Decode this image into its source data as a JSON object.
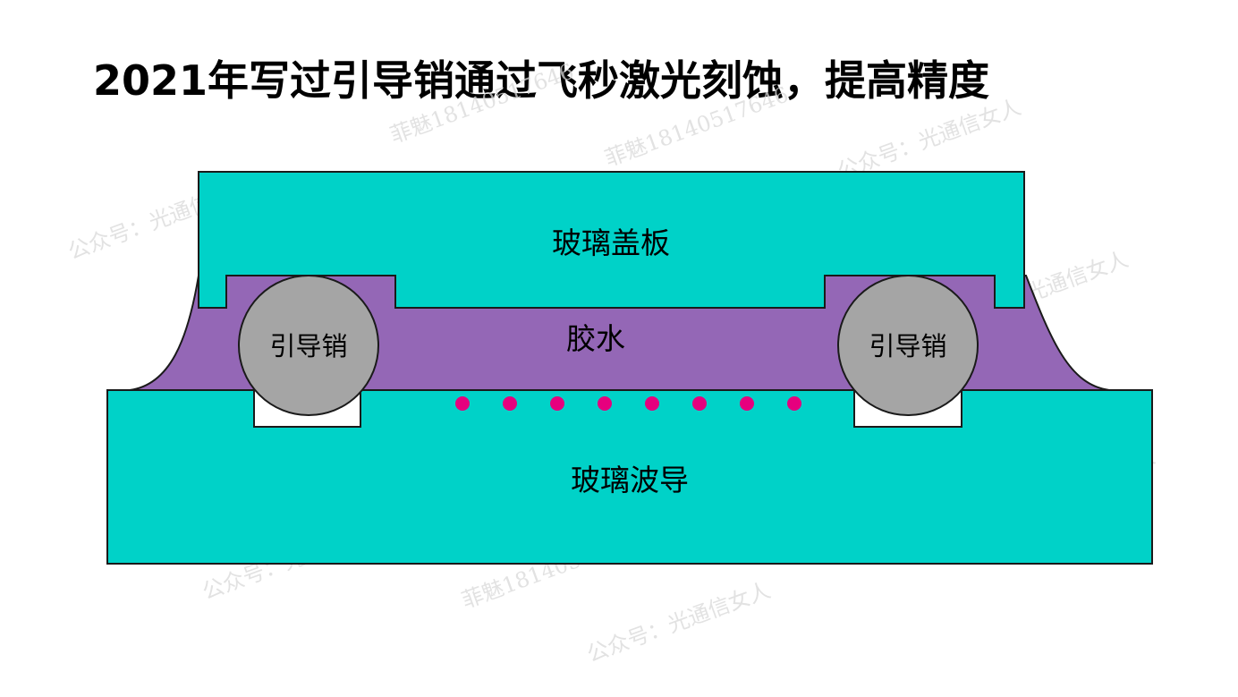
{
  "title": "2021年写过引导销通过飞秒激光刻蚀，提高精度",
  "labels": {
    "cover": "玻璃盖板",
    "glue": "胶水",
    "pin_left": "引导销",
    "pin_right": "引导销",
    "waveguide": "玻璃波导"
  },
  "watermarks": {
    "account": "公众号：光通信女人",
    "contact": "菲魅18140517646"
  },
  "colors": {
    "glass": "#00D2C8",
    "glue": "#9467B6",
    "pin": "#A5A5A5",
    "core_dots": "#E6007E",
    "outline": "#1a1a1a"
  },
  "core_dot_count": 8
}
